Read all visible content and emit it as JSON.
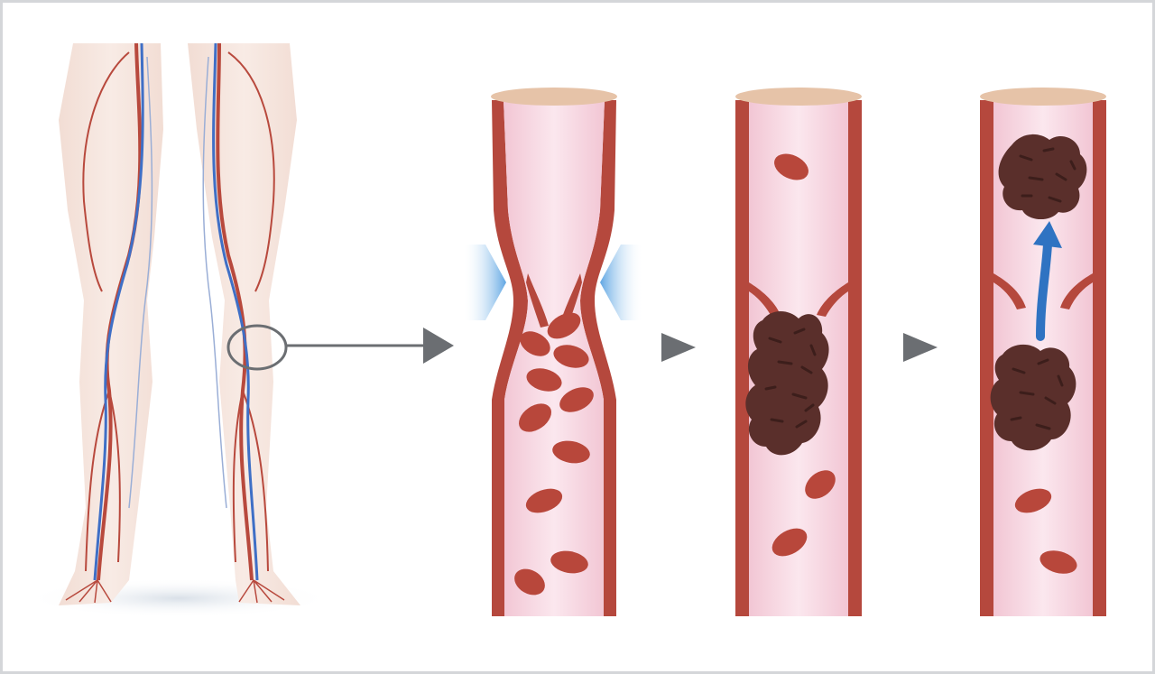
{
  "figure": {
    "panels": [
      {
        "name": "legs-venous-system"
      },
      {
        "name": "vein-compressed"
      },
      {
        "name": "vein-clot-forming"
      },
      {
        "name": "vein-clot-embolus"
      }
    ]
  },
  "colors": {
    "background": "#ffffff",
    "frame_border": "#d4d6d9",
    "skin": "#f4e3dc",
    "vein_wall": "#b5483d",
    "vein_lumen": "#f7d6e1",
    "vein_rim": "#e6c3a8",
    "blood_cell": "#b8473b",
    "clot": "#5a2f2b",
    "artery": "#b8493d",
    "vein_blue": "#3f6fc6",
    "pressure_arrow": "#8fc2ec",
    "flow_arrow": "#2f73c2",
    "connector_gray": "#6b6e72"
  }
}
